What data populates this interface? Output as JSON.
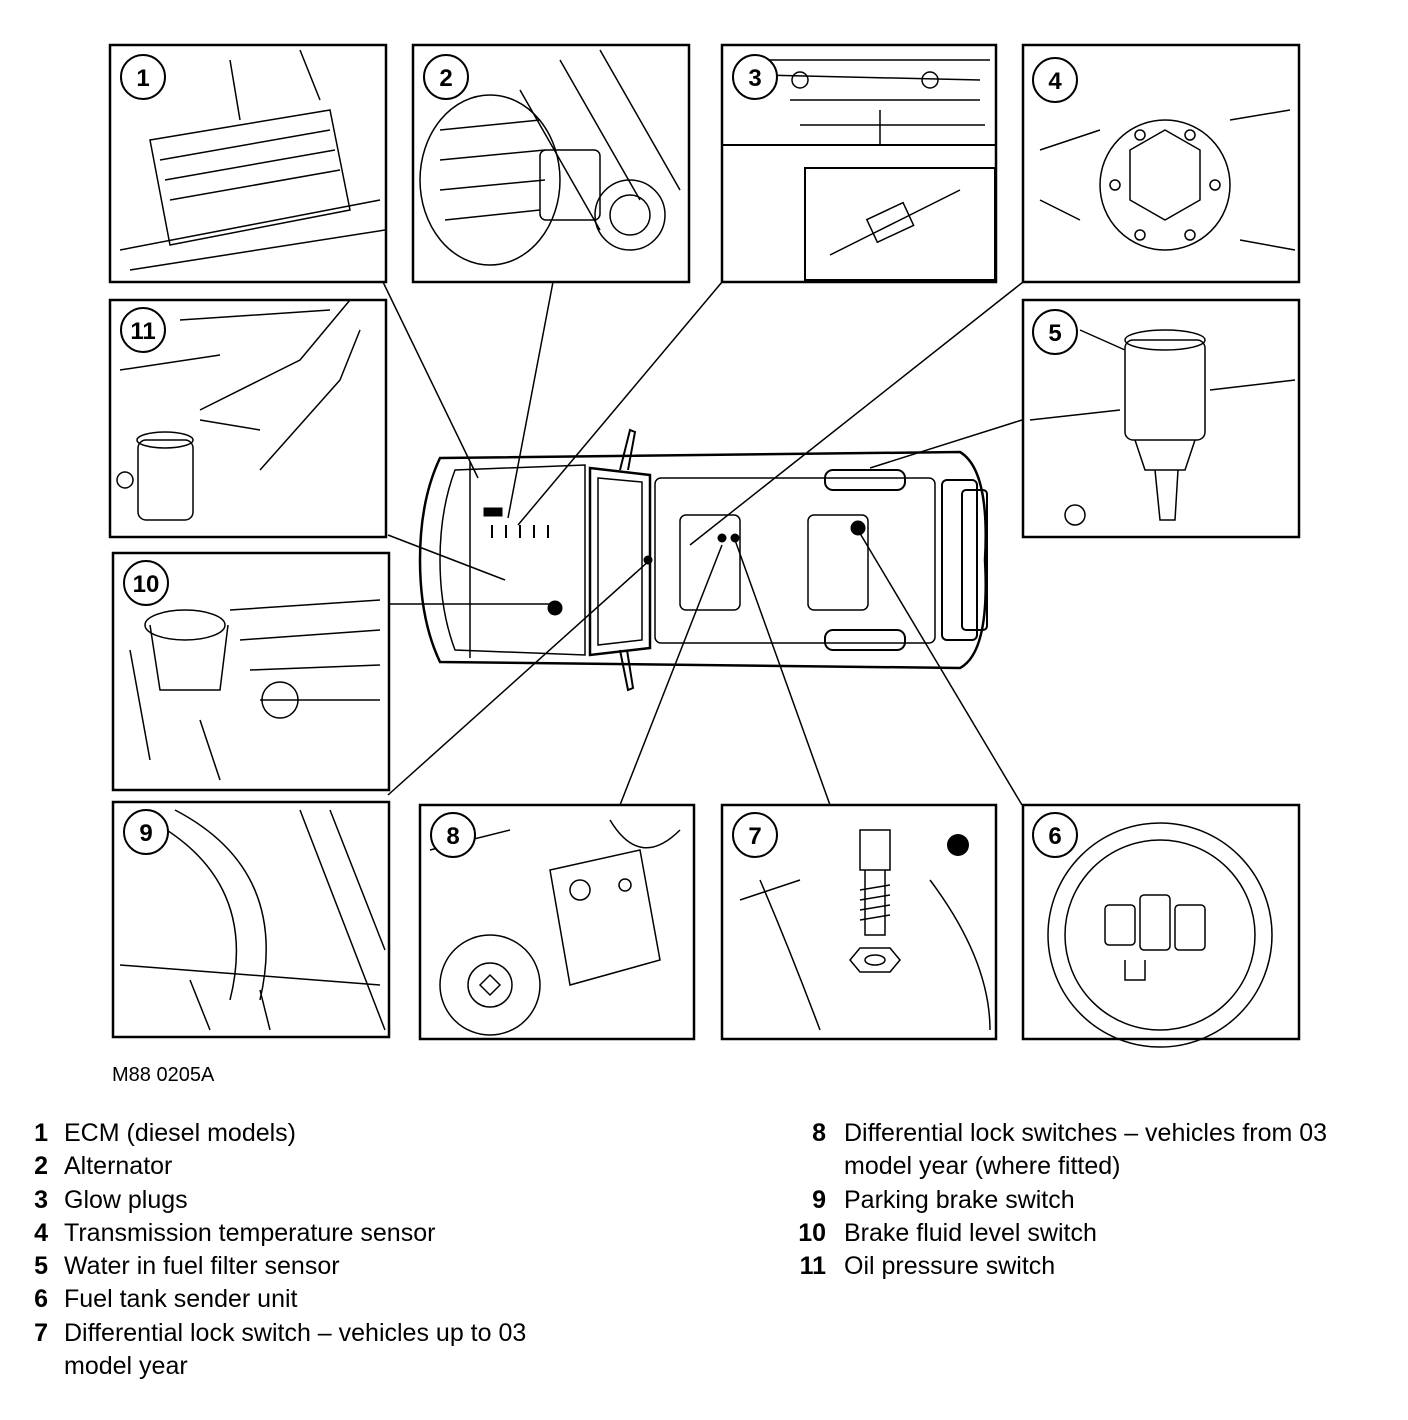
{
  "figure": {
    "reference_code": "M88 0205A"
  },
  "panels": [
    {
      "number": "1"
    },
    {
      "number": "2"
    },
    {
      "number": "3"
    },
    {
      "number": "4"
    },
    {
      "number": "5"
    },
    {
      "number": "6"
    },
    {
      "number": "7"
    },
    {
      "number": "8"
    },
    {
      "number": "9"
    },
    {
      "number": "10"
    },
    {
      "number": "11"
    }
  ],
  "legend": {
    "left": [
      {
        "num": "1",
        "text": "ECM (diesel models)"
      },
      {
        "num": "2",
        "text": "Alternator"
      },
      {
        "num": "3",
        "text": "Glow plugs"
      },
      {
        "num": "4",
        "text": "Transmission temperature sensor"
      },
      {
        "num": "5",
        "text": "Water in fuel filter sensor"
      },
      {
        "num": "6",
        "text": "Fuel tank sender unit"
      },
      {
        "num": "7",
        "text": "Differential lock switch – vehicles up to 03"
      },
      {
        "num": "",
        "text": "model year"
      }
    ],
    "right": [
      {
        "num": "8",
        "text": "Differential lock switches – vehicles from 03"
      },
      {
        "num": "",
        "text": "model year (where fitted)"
      },
      {
        "num": "9",
        "text": "Parking brake switch"
      },
      {
        "num": "10",
        "text": "Brake fluid level switch"
      },
      {
        "num": "11",
        "text": "Oil pressure switch"
      }
    ]
  }
}
